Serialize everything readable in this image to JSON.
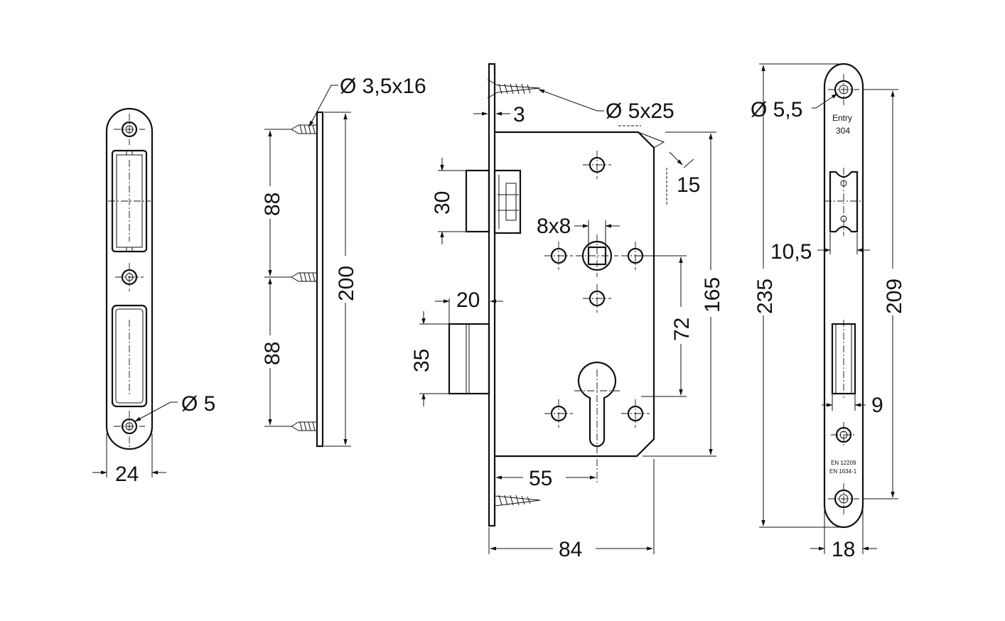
{
  "strike_plate": {
    "width_label": "24",
    "hole_label": "Ø 5"
  },
  "side_plate": {
    "screw_label": "Ø 3,5x16",
    "upper_spacing_label": "88",
    "lower_spacing_label": "88",
    "height_label": "200"
  },
  "lock_body": {
    "faceplate_thickness_label": "3",
    "screw_label": "Ø 5x25",
    "chamfer_label": "15",
    "latch_height_label": "30",
    "spindle_label": "8x8",
    "latch_offset_label": "20",
    "bolt_height_label": "35",
    "center_distance_label": "72",
    "body_height_label": "165",
    "backset_label": "55",
    "depth_label": "84"
  },
  "faceplate": {
    "hole_label": "Ø 5,5",
    "marking_line1": "Entry",
    "marking_line2": "304",
    "latch_width_label": "10,5",
    "bolt_width_label": "9",
    "standard_line1": "EN 12209",
    "standard_line2": "EN 1634-1",
    "height_label": "235",
    "hole_spacing_label": "209",
    "width_label": "18"
  }
}
